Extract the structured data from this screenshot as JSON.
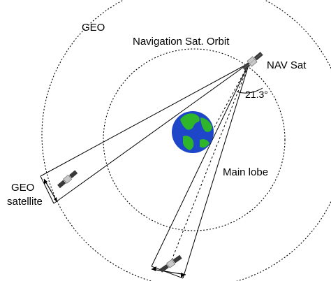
{
  "labels": {
    "geo_orbit": "GEO",
    "nav_orbit": "Navigation Sat. Orbit",
    "nav_sat": "NAV Sat",
    "angle": "21.3°",
    "main_lobe": "Main lobe",
    "geo_satellite_line1": "GEO",
    "geo_satellite_line2": "satellite"
  },
  "colors": {
    "ocean": "#1d47c8",
    "land": "#2fb52a",
    "line": "#000000",
    "satellite_panel": "#3a3a3a",
    "satellite_body": "#c8c8c8"
  },
  "icons": {
    "earth": "earth-icon",
    "nav_satellite": "satellite-icon",
    "geo_satellite_left": "satellite-icon",
    "geo_satellite_bottom": "satellite-icon"
  }
}
